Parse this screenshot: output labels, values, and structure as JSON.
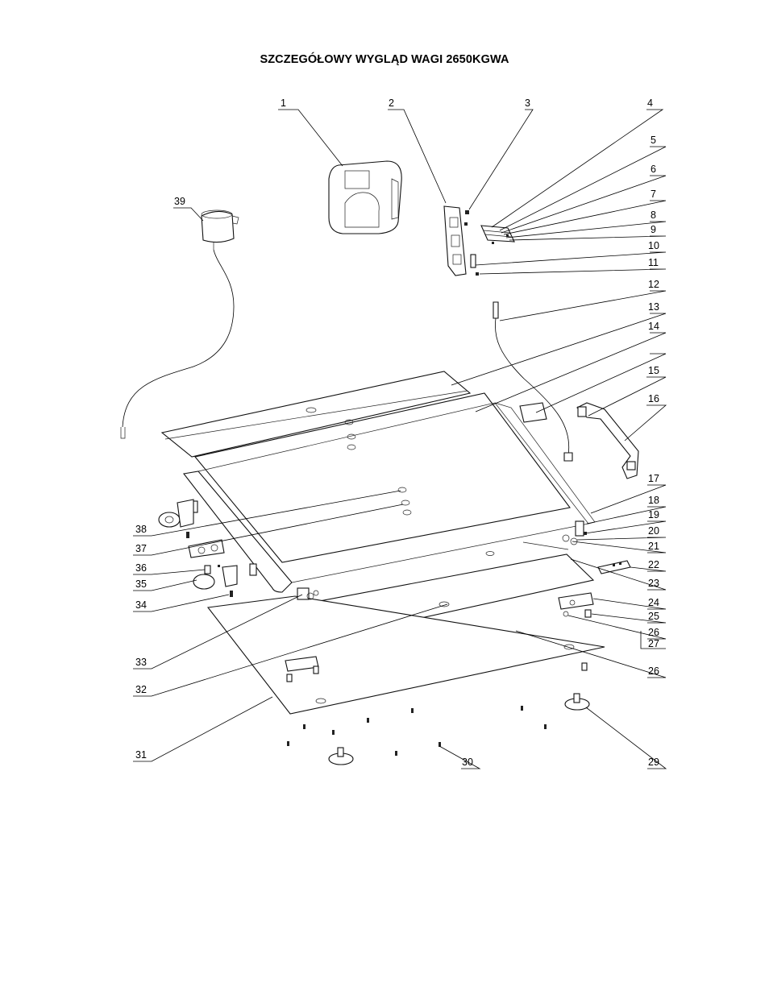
{
  "title": "SZCZEGÓŁOWY WYGLĄD WAGI 2650KGWA",
  "labels": [
    {
      "id": "1",
      "text": "1"
    },
    {
      "id": "2",
      "text": "2"
    },
    {
      "id": "3",
      "text": "3"
    },
    {
      "id": "4",
      "text": "4"
    },
    {
      "id": "5",
      "text": "5"
    },
    {
      "id": "6",
      "text": "6"
    },
    {
      "id": "7",
      "text": "7"
    },
    {
      "id": "8",
      "text": "8"
    },
    {
      "id": "9",
      "text": "9"
    },
    {
      "id": "10",
      "text": "10"
    },
    {
      "id": "11",
      "text": "11"
    },
    {
      "id": "12",
      "text": "12"
    },
    {
      "id": "13",
      "text": "13"
    },
    {
      "id": "14",
      "text": "14"
    },
    {
      "id": "15",
      "text": "15"
    },
    {
      "id": "16",
      "text": "16"
    },
    {
      "id": "17",
      "text": "17"
    },
    {
      "id": "18",
      "text": "18"
    },
    {
      "id": "19",
      "text": "19"
    },
    {
      "id": "20",
      "text": "20"
    },
    {
      "id": "21",
      "text": "21"
    },
    {
      "id": "22",
      "text": "22"
    },
    {
      "id": "23",
      "text": "23"
    },
    {
      "id": "24",
      "text": "24"
    },
    {
      "id": "25",
      "text": "25"
    },
    {
      "id": "26a",
      "text": "26"
    },
    {
      "id": "27",
      "text": "27"
    },
    {
      "id": "26b",
      "text": "26"
    },
    {
      "id": "29",
      "text": "29"
    },
    {
      "id": "30",
      "text": "30"
    },
    {
      "id": "31",
      "text": "31"
    },
    {
      "id": "32",
      "text": "32"
    },
    {
      "id": "33",
      "text": "33"
    },
    {
      "id": "34",
      "text": "34"
    },
    {
      "id": "35",
      "text": "35"
    },
    {
      "id": "36",
      "text": "36"
    },
    {
      "id": "37",
      "text": "37"
    },
    {
      "id": "38",
      "text": "38"
    },
    {
      "id": "39",
      "text": "39"
    }
  ]
}
